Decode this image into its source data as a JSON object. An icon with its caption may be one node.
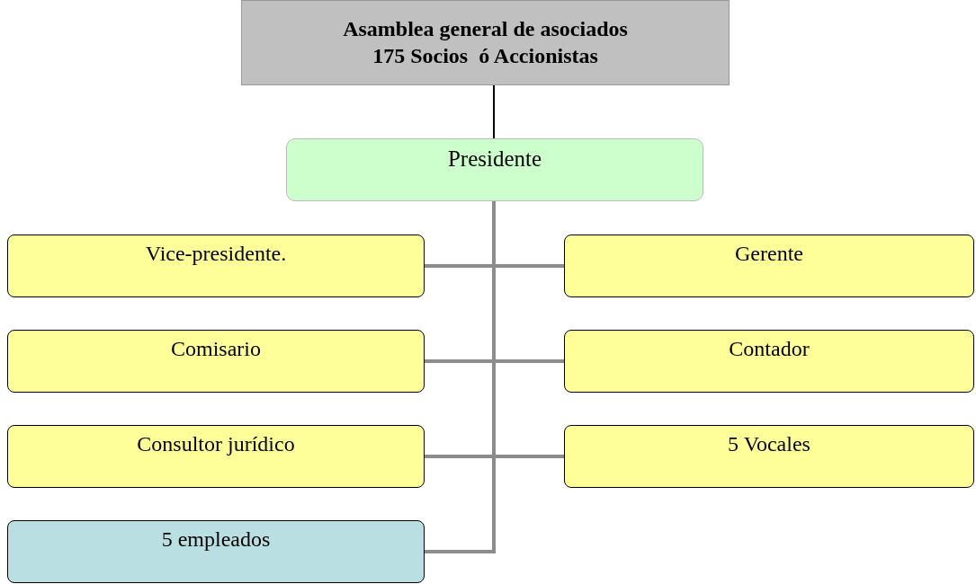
{
  "diagram": {
    "nodes": [
      {
        "text": [
          "Asamblea general de asociados",
          "175 Socios  ó Accionistas"
        ]
      },
      {
        "text": [
          "Presidente"
        ]
      },
      {
        "text": [
          "Vice-presidente."
        ]
      },
      {
        "text": [
          "Gerente"
        ]
      },
      {
        "text": [
          "Comisario"
        ]
      },
      {
        "text": [
          "Contador"
        ]
      },
      {
        "text": [
          "Consultor jurídico"
        ]
      },
      {
        "text": [
          "5 Vocales"
        ]
      },
      {
        "text": [
          "5 empleados"
        ]
      }
    ],
    "edges": [
      {
        "from": 0,
        "to": 1,
        "arrow": "both",
        "color": "#000000"
      },
      {
        "from": 1,
        "to": 2,
        "arrow": "none"
      },
      {
        "from": 1,
        "to": 3,
        "arrow": "none"
      },
      {
        "from": 1,
        "to": 4,
        "arrow": "none"
      },
      {
        "from": 1,
        "to": 5,
        "arrow": "none"
      },
      {
        "from": 1,
        "to": 6,
        "arrow": "none"
      },
      {
        "from": 1,
        "to": 7,
        "arrow": "none"
      },
      {
        "from": 1,
        "to": 8,
        "arrow": "none"
      }
    ]
  }
}
